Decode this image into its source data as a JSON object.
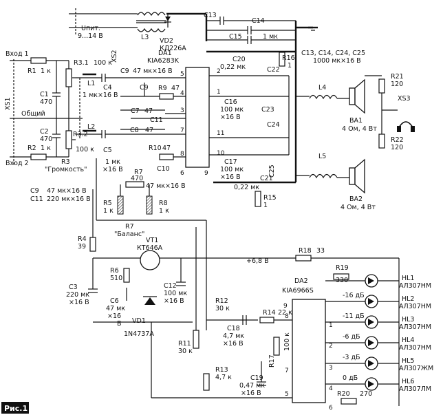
{
  "figure_label": "Рис.1",
  "power": {
    "connector": "XS2",
    "supply_label": "Uпит.",
    "supply_range": "9...14 В"
  },
  "inputs": {
    "connector": "XS1",
    "in1": "Вход 1",
    "in2": "Вход 2",
    "common": "Общий"
  },
  "ic": {
    "da1": {
      "ref": "DA1",
      "part": "KIA6283K",
      "pins": [
        "1",
        "2",
        "3",
        "4",
        "5",
        "6",
        "7",
        "8",
        "9",
        "10",
        "11"
      ]
    },
    "da2": {
      "ref": "DA2",
      "part": "KIA6966S",
      "pins": [
        "1",
        "2",
        "3",
        "4",
        "5",
        "6",
        "7",
        "8",
        "9"
      ]
    }
  },
  "transistor": {
    "ref": "VT1",
    "part": "КТ646А"
  },
  "diodes": {
    "vd1": {
      "ref": "VD1",
      "part": "1N4737A"
    },
    "vd2": {
      "ref": "VD2",
      "part": "КД226А"
    }
  },
  "inductors": {
    "l1": "L1",
    "l2": "L2",
    "l3": "L3",
    "l4": "L4",
    "l5": "L5"
  },
  "resistors": {
    "r1": {
      "ref": "R1",
      "value": "1 к"
    },
    "r2": {
      "ref": "R2",
      "value": "1 к"
    },
    "r3": {
      "ref": "R3",
      "name": "\"Громкость\"",
      "r31": "R3.1",
      "r31v": "100 к",
      "r32": "R3.2",
      "r32v": "100 к"
    },
    "r4": {
      "ref": "R4",
      "value": "39"
    },
    "r5": {
      "ref": "R5",
      "value": "1 к"
    },
    "r6": {
      "ref": "R6",
      "value": "510"
    },
    "r7": {
      "ref": "R7",
      "value": "470",
      "name": "\"Баланс\""
    },
    "r8": {
      "ref": "R8",
      "value": "1 к"
    },
    "r9": {
      "ref": "R9",
      "value": "47"
    },
    "r10": {
      "ref": "R10",
      "value": "47"
    },
    "r11": {
      "ref": "R11",
      "value": "30 к"
    },
    "r12": {
      "ref": "R12",
      "value": "30 к"
    },
    "r13": {
      "ref": "R13",
      "value": "4,7 к"
    },
    "r14": {
      "ref": "R14",
      "value": "22 к"
    },
    "r15": {
      "ref": "R15",
      "value": "1"
    },
    "r16": {
      "ref": "R16",
      "value": "1"
    },
    "r17": {
      "ref": "R17",
      "value": "100 к"
    },
    "r18": {
      "ref": "R18",
      "value": "33"
    },
    "r19": {
      "ref": "R19",
      "value": "330"
    },
    "r20": {
      "ref": "R20",
      "value": "270"
    },
    "r21": {
      "ref": "R21",
      "value": "120"
    },
    "r22": {
      "ref": "R22",
      "value": "120"
    }
  },
  "capacitors": {
    "c1": {
      "ref": "C1",
      "value": "470"
    },
    "c2": {
      "ref": "C2",
      "value": "470"
    },
    "c3": {
      "ref": "C3",
      "v1": "220 мк",
      "v2": "×16 В"
    },
    "c4": {
      "ref": "C4",
      "value": "1 мк×16 В"
    },
    "c5": {
      "ref": "C5",
      "v1": "1 мк",
      "v2": "×16 В"
    },
    "c6": {
      "ref": "C6",
      "v1": "47 мк",
      "v2": "×16",
      "v3": "В"
    },
    "c7": {
      "ref": "C7",
      "value": "47"
    },
    "c8": {
      "ref": "C8",
      "value": "47"
    },
    "c9": {
      "ref": "C9",
      "value": "47 мк×16 В"
    },
    "c9b": {
      "ref": "C9"
    },
    "c10": {
      "ref": "C10",
      "value": "47 мк×16 В"
    },
    "c11": {
      "ref": "C11"
    },
    "c12": {
      "ref": "C12",
      "v1": "100 мк",
      "v2": "×16 В"
    },
    "c13": {
      "ref": "C13"
    },
    "c14": {
      "ref": "C14"
    },
    "c15": {
      "ref": "C15",
      "value": "1 мк"
    },
    "c16": {
      "ref": "C16",
      "v1": "100 мк",
      "v2": "×16 В"
    },
    "c17": {
      "ref": "C17",
      "v1": "100 мк",
      "v2": "×16 В"
    },
    "c18": {
      "ref": "C18",
      "v1": "4,7 мк",
      "v2": "×16 В"
    },
    "c19": {
      "ref": "C19",
      "v1": "0,47 мк",
      "v2": "×16 В"
    },
    "c20": {
      "ref": "C20",
      "value": "0,22 мк"
    },
    "c21": {
      "ref": "C21",
      "value": "0,22 мк"
    },
    "c22": {
      "ref": "C22"
    },
    "c23": {
      "ref": "C23"
    },
    "c24": {
      "ref": "C24"
    },
    "c25": {
      "ref": "C25"
    }
  },
  "cap_group_note": {
    "line1": "C13, C14, C24, C25",
    "line2": "1000 мк×16 В"
  },
  "cap_notes": {
    "c9": "C9",
    "c9v": "47 мк×16 В",
    "c11": "C11",
    "c11v": "220 мк×16 В"
  },
  "speakers": {
    "ba1": {
      "ref": "BA1",
      "spec": "4 Ом, 4 Вт"
    },
    "ba2": {
      "ref": "BA2",
      "spec": "4 Ом, 4 Вт"
    },
    "xs3": "XS3"
  },
  "rail": {
    "v68": "+6,8 В"
  },
  "leds": [
    {
      "ref": "HL1",
      "part": "АЛ307НМ",
      "level": ""
    },
    {
      "ref": "HL2",
      "part": "АЛ307НМ",
      "level": "-16 дБ"
    },
    {
      "ref": "HL3",
      "part": "АЛ307НМ",
      "level": "-11 дБ"
    },
    {
      "ref": "HL4",
      "part": "АЛ307НМ",
      "level": "-6 дБ"
    },
    {
      "ref": "HL5",
      "part": "АЛ307ЖМ",
      "level": "-3 дБ"
    },
    {
      "ref": "HL6",
      "part": "АЛ307ЛМ",
      "level": "0 дБ"
    }
  ]
}
